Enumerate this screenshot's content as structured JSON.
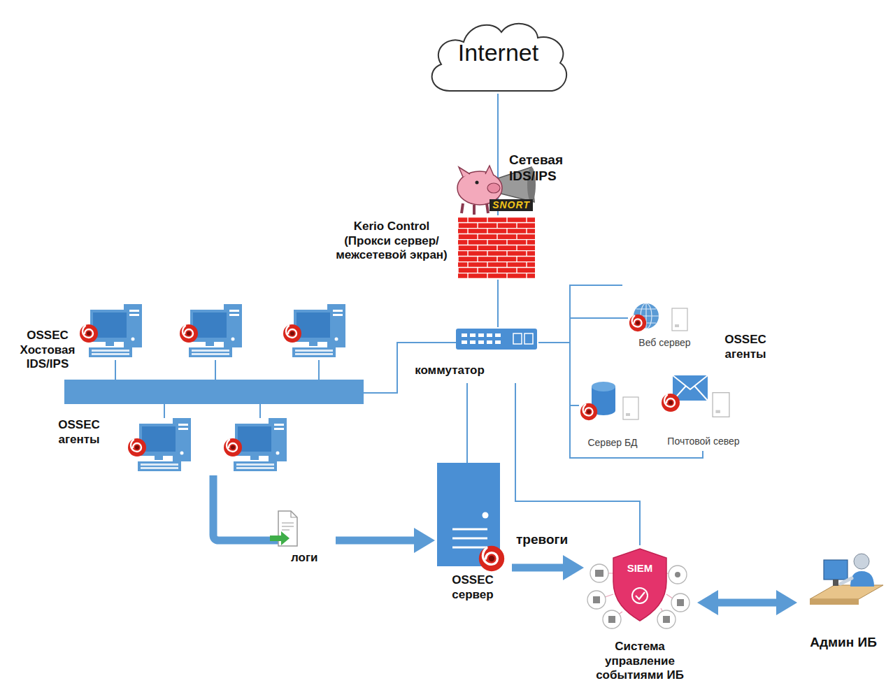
{
  "diagram": {
    "nodes": [
      {
        "text": [
          "Internet"
        ]
      },
      {
        "text": [
          "Сетевая IDS/IPS",
          "SNORT"
        ]
      },
      {
        "text": [
          "Kerio Control (Прокси сервер/ межсетевой экран)"
        ]
      },
      {
        "text": [
          "коммутатор"
        ]
      },
      {
        "text": [
          "Веб сервер"
        ]
      },
      {
        "text": [
          "Сервер БД"
        ]
      },
      {
        "text": [
          "Почтовой север"
        ]
      },
      {
        "text": [
          "логи"
        ]
      },
      {
        "text": [
          "OSSEC сервер"
        ]
      },
      {
        "text": [
          "SIEM",
          "Система управление событиями ИБ"
        ]
      },
      {
        "text": [
          "Админ ИБ"
        ]
      }
    ],
    "edges": [
      {
        "from": 0,
        "to": 2,
        "arrow": "none"
      },
      {
        "from": 2,
        "to": 3,
        "arrow": "none"
      },
      {
        "from": 3,
        "to": 4,
        "arrow": "none"
      },
      {
        "from": 3,
        "to": 5,
        "arrow": "none"
      },
      {
        "from": 3,
        "to": 6,
        "arrow": "none"
      },
      {
        "from": 3,
        "to": 8,
        "arrow": "none"
      },
      {
        "from": 3,
        "to": 9,
        "arrow": "none"
      },
      {
        "from": 7,
        "to": 8,
        "arrow": "to"
      },
      {
        "from": 8,
        "to": 9,
        "label": "тревоги",
        "arrow": "to"
      },
      {
        "from": 9,
        "to": 10,
        "arrow": "both"
      }
    ],
    "labels": [
      "OSSEC Хостовая IDS/IPS",
      "OSSEC агенты",
      "OSSEC агенты"
    ]
  }
}
